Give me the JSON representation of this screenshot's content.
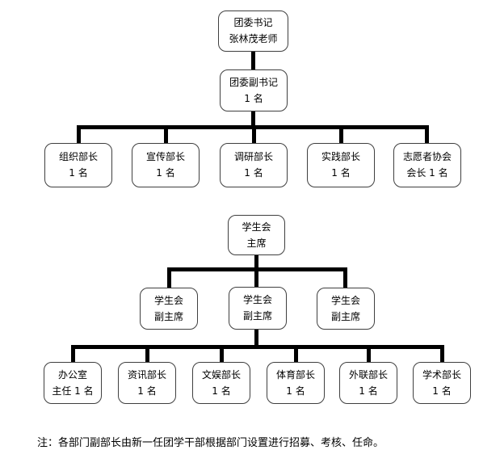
{
  "colors": {
    "background": "#ffffff",
    "box_border": "#3f3f3f",
    "connector_line": "#000000",
    "text": "#000000"
  },
  "chart1": {
    "root": {
      "line1": "团委书记",
      "line2": "张林茂老师"
    },
    "deputy": {
      "line1": "团委副书记",
      "line2": "1 名"
    },
    "departments": [
      {
        "line1": "组织部长",
        "line2": "1 名"
      },
      {
        "line1": "宣传部长",
        "line2": "1 名"
      },
      {
        "line1": "调研部长",
        "line2": "1 名"
      },
      {
        "line1": "实践部长",
        "line2": "1 名"
      },
      {
        "line1": "志愿者协会",
        "line2": "会长 1 名"
      }
    ]
  },
  "chart2": {
    "root": {
      "line1": "学生会",
      "line2": "主席"
    },
    "vice_chairs": [
      {
        "line1": "学生会",
        "line2": "副主席"
      },
      {
        "line1": "学生会",
        "line2": "副主席"
      },
      {
        "line1": "学生会",
        "line2": "副主席"
      }
    ],
    "departments": [
      {
        "line1": "办公室",
        "line2": "主任 1 名"
      },
      {
        "line1": "资讯部长",
        "line2": "1 名"
      },
      {
        "line1": "文娱部长",
        "line2": "1 名"
      },
      {
        "line1": "体育部长",
        "line2": "1 名"
      },
      {
        "line1": "外联部长",
        "line2": "1 名"
      },
      {
        "line1": "学术部长",
        "line2": "1 名"
      }
    ]
  },
  "note": "注：各部门副部长由新一任团学干部根据部门设置进行招募、考核、任命。"
}
